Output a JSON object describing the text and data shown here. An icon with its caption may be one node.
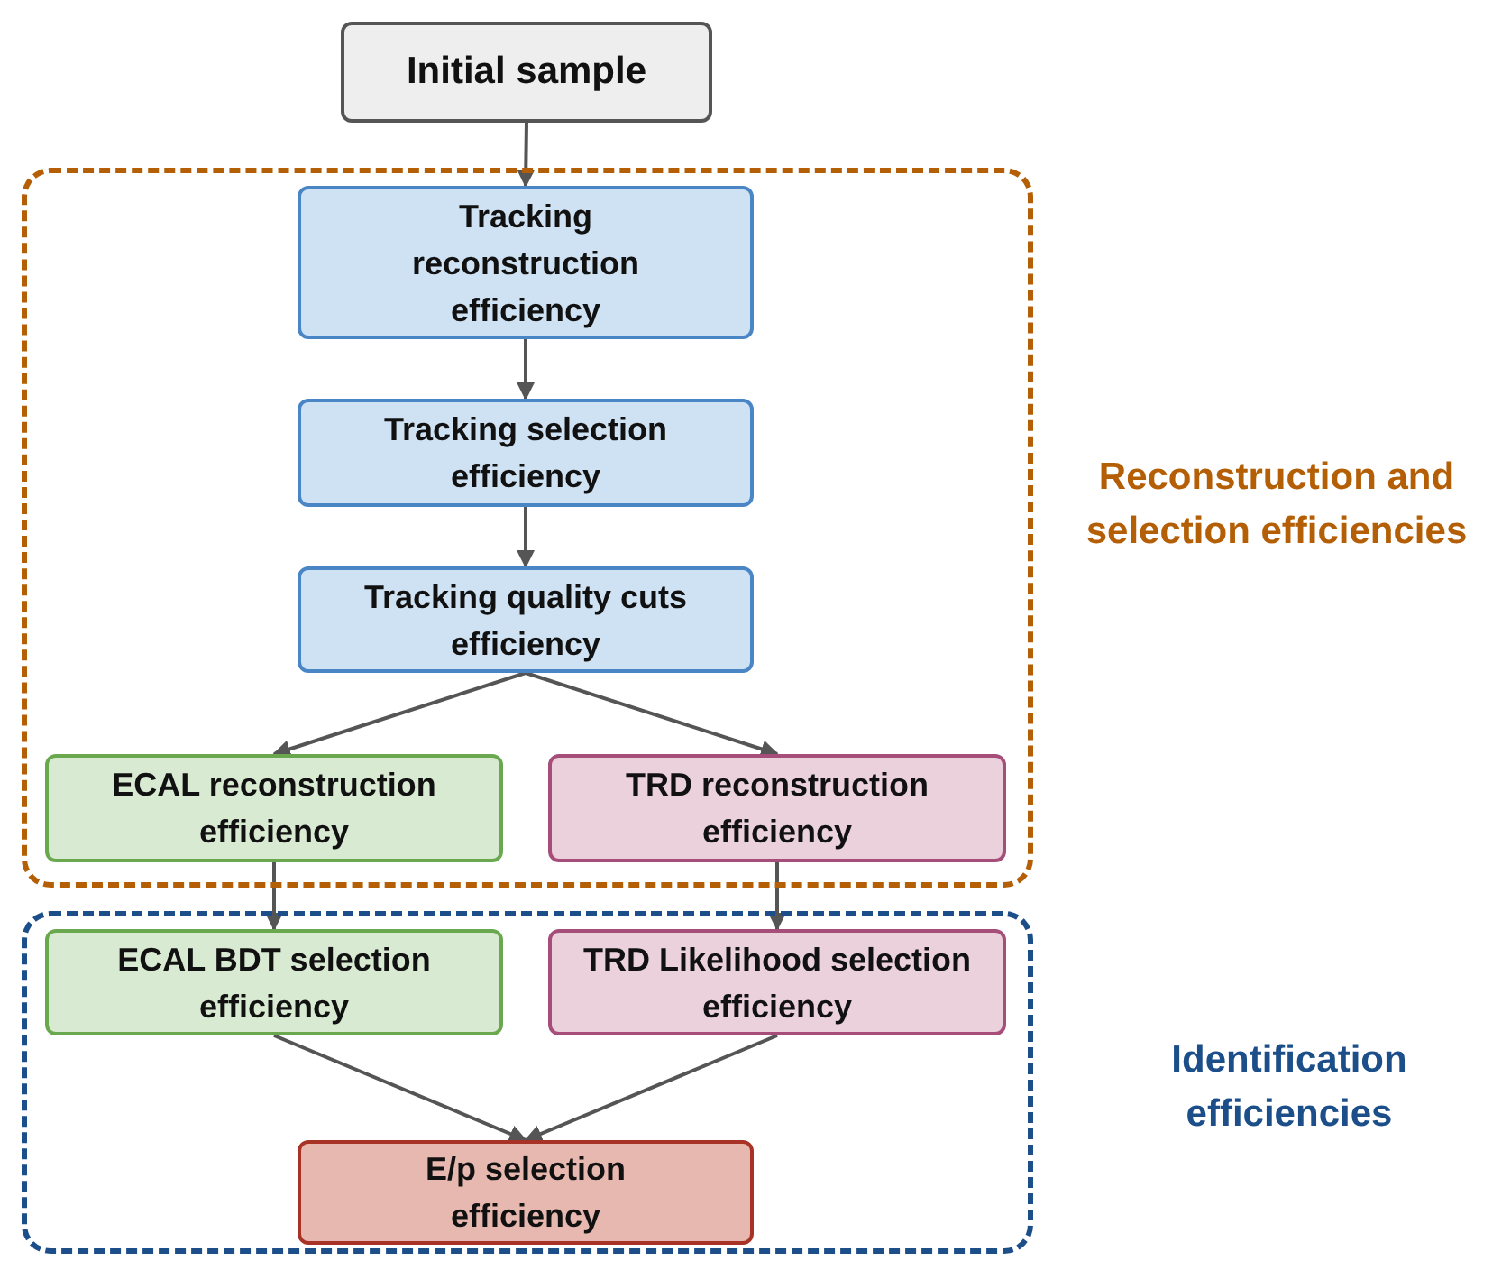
{
  "diagram": {
    "nodes": [
      {
        "text": [
          "Initial sample"
        ]
      },
      {
        "text": [
          "Reconstruction and selection efficiencies"
        ]
      },
      {
        "text": [
          "Tracking reconstruction efficiency"
        ],
        "in": 1
      },
      {
        "text": [
          "Tracking selection efficiency"
        ],
        "in": 1
      },
      {
        "text": [
          "Tracking quality cuts efficiency"
        ],
        "in": 1
      },
      {
        "text": [
          "ECAL reconstruction efficiency"
        ],
        "in": 1
      },
      {
        "text": [
          "TRD reconstruction efficiency"
        ],
        "in": 1
      },
      {
        "text": [
          "Identification efficiencies"
        ]
      },
      {
        "text": [
          "ECAL BDT selection efficiency"
        ],
        "in": 7
      },
      {
        "text": [
          "TRD Likelihood selection efficiency"
        ],
        "in": 7
      },
      {
        "text": [
          "E/p selection efficiency"
        ],
        "in": 7
      }
    ],
    "edges": [
      {
        "from": 0,
        "to": 2,
        "arrow": "to"
      },
      {
        "from": 2,
        "to": 3,
        "arrow": "to"
      },
      {
        "from": 3,
        "to": 4,
        "arrow": "to"
      },
      {
        "from": 4,
        "to": 5,
        "arrow": "to"
      },
      {
        "from": 4,
        "to": 6,
        "arrow": "to"
      },
      {
        "from": 5,
        "to": 8,
        "arrow": "to"
      },
      {
        "from": 6,
        "to": 9,
        "arrow": "to"
      },
      {
        "from": 8,
        "to": 10,
        "arrow": "to"
      },
      {
        "from": 9,
        "to": 10,
        "arrow": "to"
      }
    ]
  }
}
